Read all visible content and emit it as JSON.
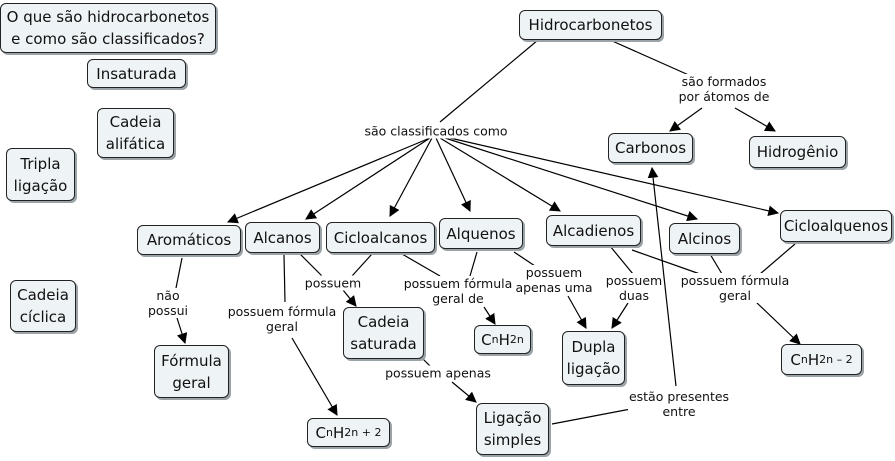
{
  "nodes": {
    "question": "O que são hidrocarbonetos\ne como são classificados?",
    "insaturada": "Insaturada",
    "cadeia_alifatica": "Cadeia\nalifática",
    "tripla_ligacao": "Tripla\nligação",
    "cadeia_ciclica": "Cadeia\ncíclica",
    "hidrocarbonetos": "Hidrocarbonetos",
    "carbonos": "Carbonos",
    "hidrogenio": "Hidrogênio",
    "aromaticos": "Aromáticos",
    "alcanos": "Alcanos",
    "cicloalcanos": "Cicloalcanos",
    "alquenos": "Alquenos",
    "alcadienos": "Alcadienos",
    "alcinos": "Alcinos",
    "cicloalquenos": "Cicloalquenos",
    "formula_geral": "Fórmula\ngeral",
    "cadeia_saturada": "Cadeia\nsaturada",
    "dupla_ligacao": "Dupla\nligação",
    "ligacao_simples": "Ligação\nsimples",
    "formula_cnh2n": {
      "c": "C",
      "n1": "n",
      "h": "H",
      "sub": "2n",
      "suffix": ""
    },
    "formula_cnh2n2_plus": {
      "c": "C",
      "n1": "n",
      "h": "H",
      "sub": "2n + 2",
      "suffix": ""
    },
    "formula_cnh2n2_minus": {
      "c": "C",
      "n1": "n",
      "h": "H",
      "sub": "2n – 2",
      "suffix": ""
    }
  },
  "labels": {
    "sao_formados": "são formados\npor átomos de",
    "sao_classificados": "são classificados como",
    "nao_possui": "não\npossui",
    "possuem": "possuem",
    "possuem_formula_geral_1": "possuem fórmula\ngeral",
    "possuem_formula_geral_de": "possuem fórmula\ngeral de",
    "possuem_apenas_uma": "possuem\napenas uma",
    "possuem_duas": "possuem\nduas",
    "possuem_formula_geral_2": "possuem fórmula\ngeral",
    "possuem_apenas": "possuem apenas",
    "estao_presentes": "estão presentes\nentre"
  },
  "colors": {
    "node_bg": "#eef3f6",
    "border": "#222222",
    "line": "#000000"
  }
}
